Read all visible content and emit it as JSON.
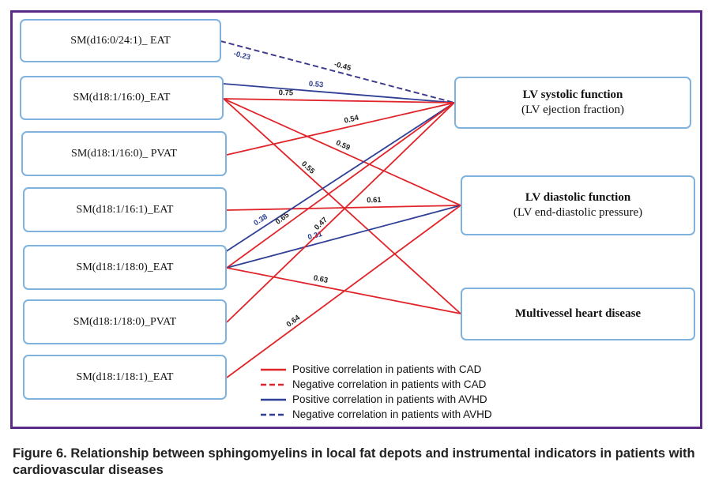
{
  "sources": [
    {
      "id": "s1",
      "label": "SM(d16:0/24:1)_ EAT"
    },
    {
      "id": "s2",
      "label": "SM(d18:1/16:0)_EAT"
    },
    {
      "id": "s3",
      "label": "SM(d18:1/16:0)_ PVAT"
    },
    {
      "id": "s4",
      "label": "SM(d18:1/16:1)_EAT"
    },
    {
      "id": "s5",
      "label": "SM(d18:1/18:0)_EAT"
    },
    {
      "id": "s6",
      "label": "SM(d18:1/18:0)_PVAT"
    },
    {
      "id": "s7",
      "label": "SM(d18:1/18:1)_EAT"
    }
  ],
  "targets": [
    {
      "id": "t1",
      "title": "LV systolic function",
      "subtitle": "(LV ejection fraction)"
    },
    {
      "id": "t2",
      "title": "LV diastolic function",
      "subtitle": "(LV end-diastolic pressure)"
    },
    {
      "id": "t3",
      "title": "Multivessel heart disease",
      "subtitle": ""
    }
  ],
  "links": [
    {
      "from": "s1",
      "to": "t1",
      "value": "-0.45",
      "type": "neg-cad"
    },
    {
      "from": "s1",
      "to": "t1",
      "value": "-0.23",
      "type": "neg-avhd"
    },
    {
      "from": "s2",
      "to": "t1",
      "value": "0.53",
      "type": "pos-avhd"
    },
    {
      "from": "s2",
      "to": "t1",
      "value": "0.75",
      "type": "pos-cad"
    },
    {
      "from": "s2",
      "to": "t2",
      "value": "0.59",
      "type": "pos-cad"
    },
    {
      "from": "s2",
      "to": "t3",
      "value": "0.55",
      "type": "pos-cad"
    },
    {
      "from": "s3",
      "to": "t1",
      "value": "0.54",
      "type": "pos-cad"
    },
    {
      "from": "s4",
      "to": "t2",
      "value": "0.61",
      "type": "pos-cad"
    },
    {
      "from": "s5",
      "to": "t1",
      "value": "0.38",
      "type": "pos-avhd"
    },
    {
      "from": "s5",
      "to": "t1",
      "value": "0.65",
      "type": "pos-cad"
    },
    {
      "from": "s5",
      "to": "t2",
      "value": "0.31",
      "type": "pos-avhd"
    },
    {
      "from": "s5",
      "to": "t3",
      "value": "0.63",
      "type": "pos-cad"
    },
    {
      "from": "s6",
      "to": "t1",
      "value": "0.47",
      "type": "pos-cad"
    },
    {
      "from": "s7",
      "to": "t2",
      "value": "0.64",
      "type": "pos-cad"
    }
  ],
  "legend": [
    {
      "type": "pos-cad",
      "label": "Positive correlation in patients with CAD"
    },
    {
      "type": "neg-cad",
      "label": "Negative correlation in patients with CAD"
    },
    {
      "type": "pos-avhd",
      "label": "Positive correlation in patients with AVHD"
    },
    {
      "type": "neg-avhd",
      "label": "Negative correlation in patients with AVHD"
    }
  ],
  "styles": {
    "pos-cad": {
      "color": "#e0242a",
      "dashed": false
    },
    "neg-cad": {
      "color": "#e0242a",
      "dashed": true
    },
    "pos-avhd": {
      "color": "#2f3f95",
      "dashed": false
    },
    "neg-avhd": {
      "color": "#2f3f95",
      "dashed": true
    }
  },
  "caption": "Figure 6. Relationship between sphingomyelins in local fat depots and instrumental indicators in patients with cardiovascular diseases"
}
